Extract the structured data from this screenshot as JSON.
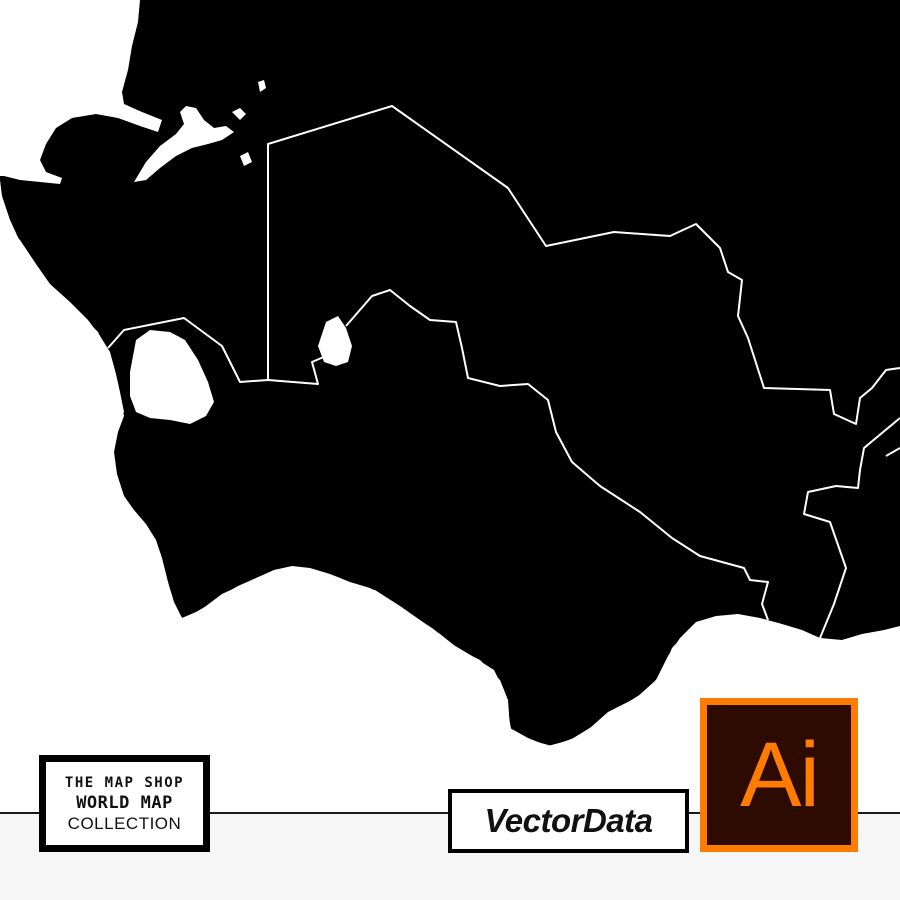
{
  "logo": {
    "line1": "THE MAP SHOP",
    "line2": "WORLD MAP",
    "line3": "COLLECTION"
  },
  "badge": {
    "label": "VectorData"
  },
  "app_icon": {
    "label": "Ai",
    "icon": "adobe-illustrator-icon",
    "frame_color": "#ff7c00",
    "background_color": "#2d0b00"
  },
  "map": {
    "land_color": "#000000",
    "water_color": "#ffffff",
    "border_color": "#ffffff"
  }
}
